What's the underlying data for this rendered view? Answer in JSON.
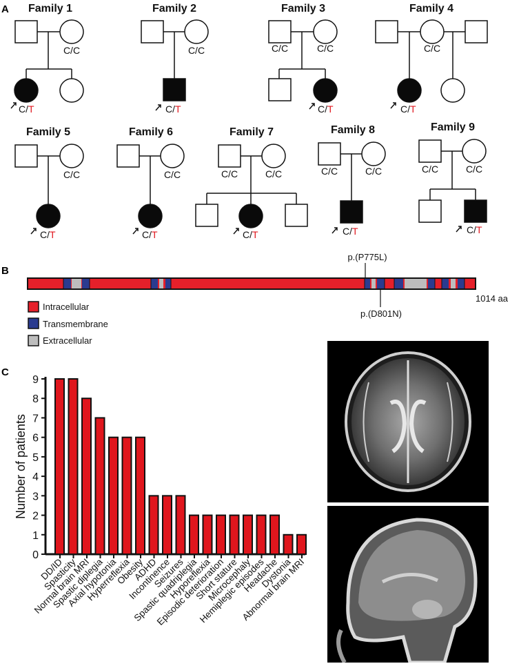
{
  "panels": {
    "a": "A",
    "b": "B",
    "c": "C"
  },
  "colors": {
    "affected": "#0a0a0a",
    "variant_allele": "#e0161d",
    "intracellular": "#e5202a",
    "transmembrane": "#2b3b8f",
    "extracellular": "#bdbdbd",
    "bar": "#e0161d"
  },
  "families": [
    {
      "title": "Family 1",
      "parents": [
        "C/C"
      ],
      "proband": {
        "ref": "C/",
        "alt": "T"
      }
    },
    {
      "title": "Family 2",
      "parents": [
        "C/C"
      ],
      "proband": {
        "ref": "C/",
        "alt": "T"
      }
    },
    {
      "title": "Family 3",
      "parents": [
        "C/C",
        "C/C"
      ],
      "proband": {
        "ref": "C/",
        "alt": "T"
      }
    },
    {
      "title": "Family 4",
      "parents": [
        "C/C"
      ],
      "proband": {
        "ref": "C/",
        "alt": "T"
      }
    },
    {
      "title": "Family 5",
      "parents": [
        "C/C"
      ],
      "proband": {
        "ref": "C/",
        "alt": "T"
      }
    },
    {
      "title": "Family 6",
      "parents": [
        "C/C"
      ],
      "proband": {
        "ref": "C/",
        "alt": "T"
      }
    },
    {
      "title": "Family 7",
      "parents": [
        "C/C",
        "C/C"
      ],
      "proband": {
        "ref": "C/",
        "alt": "T"
      }
    },
    {
      "title": "Family 8",
      "parents": [
        "C/C",
        "C/C"
      ],
      "proband": {
        "ref": "C/",
        "alt": "T"
      }
    },
    {
      "title": "Family 9",
      "parents": [
        "C/C",
        "C/C"
      ],
      "proband": {
        "ref": "C/",
        "alt": "T"
      }
    }
  ],
  "protein": {
    "variant_top": "p.(P775L)",
    "variant_bottom": "p.(D801N)",
    "length_label": "1014 aa",
    "legend": [
      "Intracellular",
      "Transmembrane",
      "Extracellular"
    ]
  },
  "chart_data": {
    "type": "bar",
    "ylabel": "Number of patients",
    "ylim": [
      0,
      9
    ],
    "yticks": [
      "0",
      "1",
      "2",
      "3",
      "4",
      "5",
      "6",
      "7",
      "8",
      "9"
    ],
    "categories": [
      "DD/ID",
      "Spasticity",
      "Normal brain MRI",
      "Spastic diplegia",
      "Axial hypotonia",
      "Hyperreflexia",
      "Obesity",
      "ADHD",
      "Incontinence",
      "Seizures",
      "Spastic quadriplegia",
      "Hyporeflexia",
      "Episodic deterioration",
      "Short stature",
      "Microcephaly",
      "Hemiplegic episodes",
      "Headache",
      "Dystonia",
      "Abnormal brain MRI"
    ],
    "values": [
      9,
      9,
      8,
      7,
      6,
      6,
      6,
      3,
      3,
      3,
      2,
      2,
      2,
      2,
      2,
      2,
      2,
      1,
      1
    ],
    "grid": false
  }
}
